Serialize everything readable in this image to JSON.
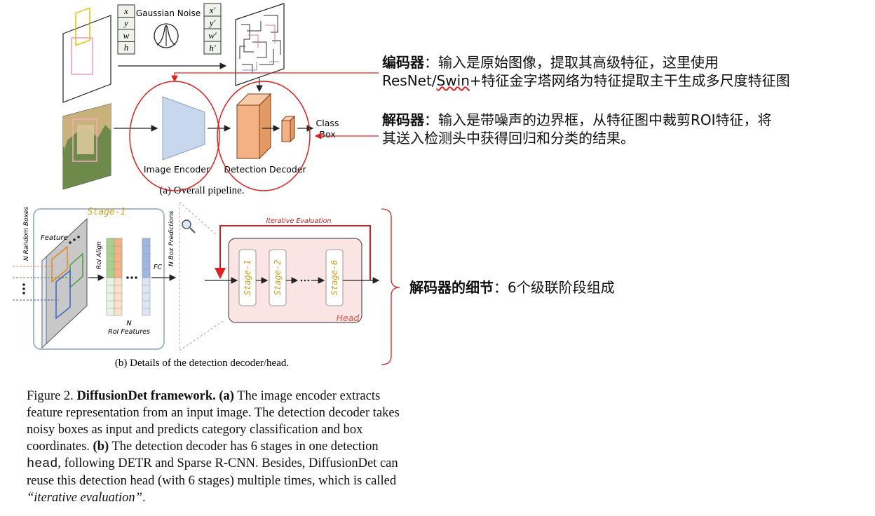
{
  "pipeline": {
    "box_vars": [
      "x",
      "y",
      "w",
      "h"
    ],
    "noisy_vars": [
      "x′",
      "y′",
      "w′",
      "h′"
    ],
    "noise_label": "Gaussian Noise",
    "encoder_label": "Image Encoder",
    "decoder_label": "Detection Decoder",
    "class_label_1": "Class",
    "class_label_2": "Box",
    "caption_a": "(a) Overall pipeline."
  },
  "head_detail": {
    "random_boxes_label": "N Random Boxes",
    "feature_label": "Feature",
    "stage1_title": "Stage-1",
    "roi_align_label": "RoI Align",
    "fc_label": "FC",
    "n_label": "N",
    "roi_features_label": "RoI Features",
    "n_box_predictions_label": "N Box Predictions",
    "iterative_label": "Iterative Evaluation",
    "stage_1": "Stage-1",
    "stage_2": "Stage-2",
    "stage_6": "Stage-6",
    "head_label": "Head",
    "caption_b": "(b) Details of the detection decoder/head."
  },
  "annotations": {
    "encoder_title": "编码器",
    "encoder_line1": "：输入是原始图像，提取其高级特征，这里使用",
    "encoder_line2_a": "ResNet/",
    "encoder_line2_b": "Swin",
    "encoder_line2_c": "+特征金字塔网络为特征提取主干生成多尺度特征图",
    "decoder_title": "解码器",
    "decoder_line1": "：输入是带噪声的边界框，从特征图中裁剪ROI特征，将",
    "decoder_line2": "其送入检测头中获得回归和分类的结果。",
    "detail_title": "解码器的细节",
    "detail_text": "：6个级联阶段组成"
  },
  "caption": {
    "fig_label": "Figure 2. ",
    "fig_title": "DiffusionDet framework.",
    "part_a": " (a)",
    "text_1": " The image encoder extracts feature representation from an input image. The detection decoder takes noisy boxes as input and predicts category classification and box coordinates. ",
    "part_b": "(b)",
    "text_2": " The detection decoder has 6 stages in one detection ",
    "head_word": "head",
    "text_3": ", following DETR and Sparse R-CNN. Besides, DiffusionDet can reuse this detection head (with 6 stages) multiple times, which is called ",
    "italic": "“iterative evaluation”",
    "text_4": "."
  },
  "colors": {
    "accent_red": "#e02020",
    "encoder_fill": "#c9d7ee",
    "decoder_fill": "#f4b183",
    "stage_gold": "#d4a017",
    "head_pink": "#fbe4e4"
  }
}
